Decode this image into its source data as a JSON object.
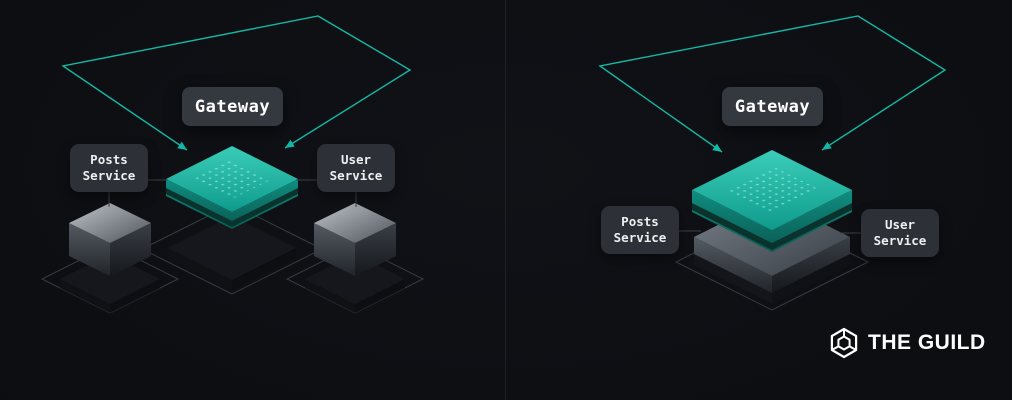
{
  "colors": {
    "background": "#0c0d10",
    "accent_teal": "#14b8a6",
    "label_background": "#2e3237",
    "label_text": "#edeff1"
  },
  "left_diagram": {
    "gateway_label": "Gateway",
    "posts_service": {
      "line1": "Posts",
      "line2": "Service"
    },
    "user_service": {
      "line1": "User",
      "line2": "Service"
    }
  },
  "right_diagram": {
    "gateway_label": "Gateway",
    "posts_service": {
      "line1": "Posts",
      "line2": "Service"
    },
    "user_service": {
      "line1": "User",
      "line2": "Service"
    }
  },
  "logo": {
    "text": "THE GUILD"
  }
}
